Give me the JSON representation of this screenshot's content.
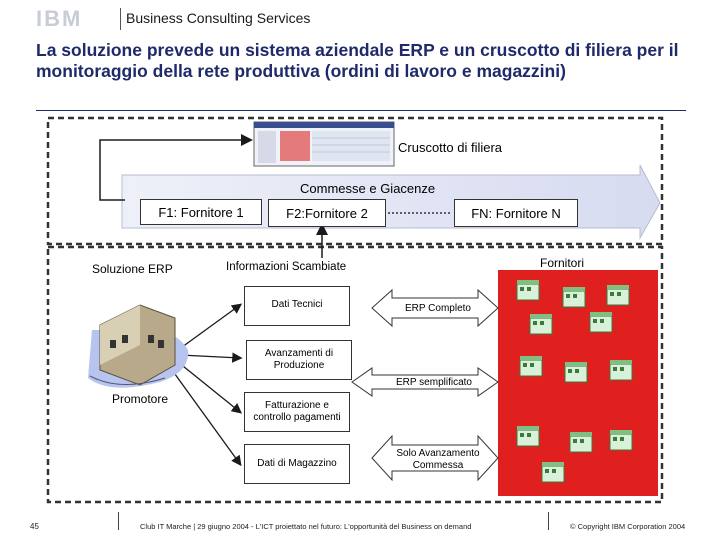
{
  "header": {
    "logo": "IBM",
    "subtitle": "Business Consulting Services"
  },
  "title": "La soluzione prevede un sistema aziendale  ERP e un cruscotto di filiera per il monitoraggio della rete produttiva (ordini di lavoro e magazzini)",
  "diagram": {
    "cruscotto_label": "Cruscotto di filiera",
    "arrow_label": "Commesse e Giacenze",
    "f1": "F1: Fornitore 1",
    "f2": "F2:Fornitore 2",
    "fn": "FN: Fornitore N",
    "soluzione_erp": "Soluzione ERP",
    "informazioni": "Informazioni Scambiate",
    "fornitori": "Fornitori",
    "promotore": "Promotore",
    "dati_tecnici": "Dati Tecnici",
    "avanzamenti": "Avanzamenti di Produzione",
    "fatturazione": "Fatturazione e controllo pagamenti",
    "dati_magazzino": "Dati di Magazzino",
    "erp_completo": "ERP Completo",
    "erp_semplificato": "ERP semplificato",
    "solo_avanzamento": "Solo Avanzamento Commessa"
  },
  "footer": {
    "page_number": "45",
    "event": "Club IT Marche | 29 giugno 2004 - L'ICT proiettato nel futuro: L'opportunità del Business on demand",
    "copyright": "© Copyright IBM Corporation 2004"
  },
  "colors": {
    "title": "#1f2a6b",
    "band_arrow": "#e3e6f5",
    "supplier_box": "#e0201e",
    "building": "#7fbf7f",
    "connector": "#1a1a1a"
  }
}
